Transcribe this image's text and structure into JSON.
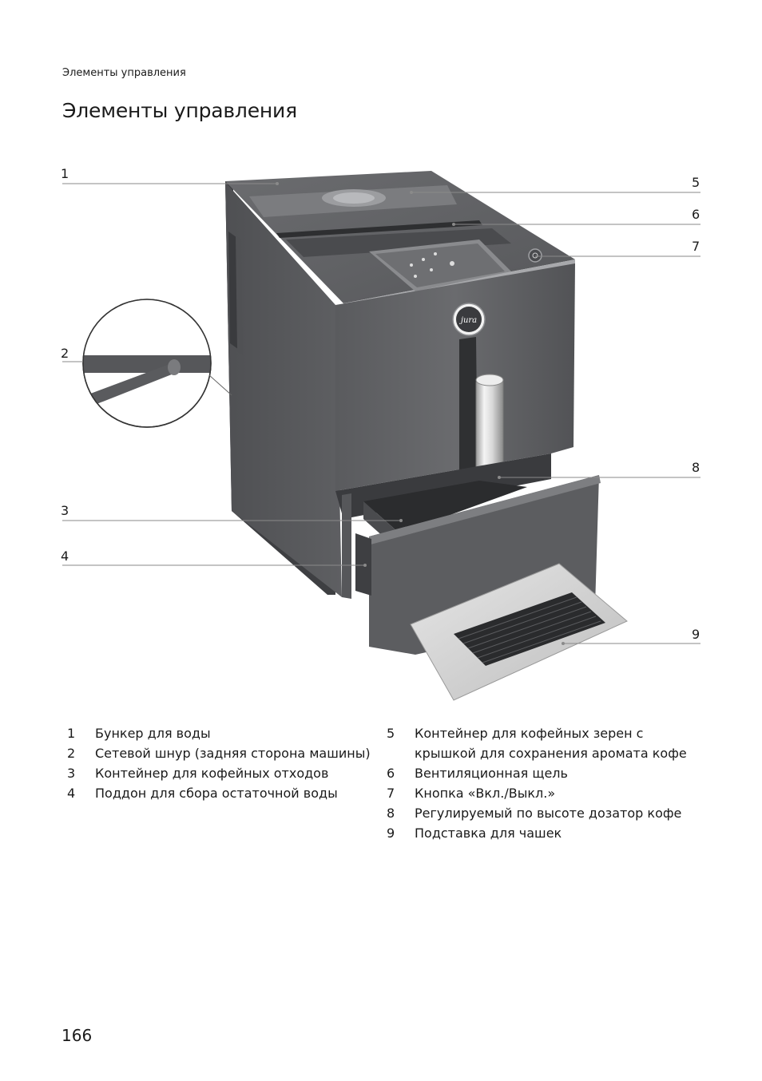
{
  "page": {
    "running_head": "Элементы управления",
    "title": "Элементы управления",
    "page_number": "166"
  },
  "figure": {
    "logo_text": "jura",
    "callouts": [
      "1",
      "2",
      "3",
      "4",
      "5",
      "6",
      "7",
      "8",
      "9"
    ]
  },
  "legend": {
    "left": [
      {
        "num": "1",
        "text": "Бункер для воды"
      },
      {
        "num": "2",
        "text": "Сетевой шнур (задняя сторона машины)"
      },
      {
        "num": "3",
        "text": "Контейнер для кофейных отходов"
      },
      {
        "num": "4",
        "text": "Поддон для сбора остаточной воды"
      }
    ],
    "right": [
      {
        "num": "5",
        "text": "Контейнер для кофейных зерен с крышкой для сохранения аромата кофе"
      },
      {
        "num": "6",
        "text": "Вентиляционная щель"
      },
      {
        "num": "7",
        "text": "Кнопка «Вкл./Выкл.»"
      },
      {
        "num": "8",
        "text": "Регулируемый по высоте дозатор кофе"
      },
      {
        "num": "9",
        "text": "Подставка для чашек"
      }
    ]
  }
}
